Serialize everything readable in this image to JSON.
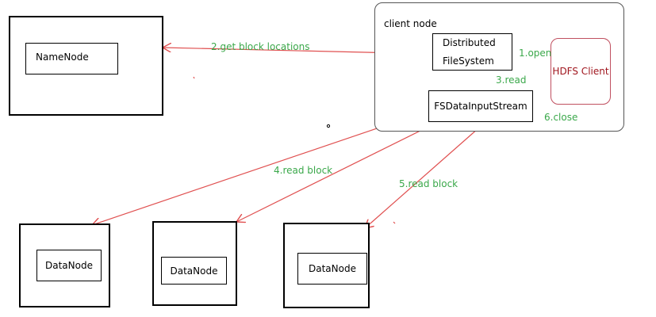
{
  "client_node": {
    "title": "client node",
    "distributed_fs_line1": "Distributed",
    "distributed_fs_line2": "FileSystem",
    "fsdatainputstream": "FSDataInputStream",
    "hdfs_client": "HDFS Client"
  },
  "namenode": {
    "label": "NameNode"
  },
  "datanodes": [
    {
      "label": "DataNode"
    },
    {
      "label": "DataNode"
    },
    {
      "label": "DataNode"
    }
  ],
  "steps": {
    "open": "1.open",
    "get_block_locations": "2.get block locations",
    "read": "3.read",
    "read_block_4": "4.read block",
    "read_block_5": "5.read block",
    "close": "6.close"
  },
  "colors": {
    "arrow": "#e05050",
    "step_text": "#3aa84a",
    "hdfs_client_text": "#a0161e",
    "box_border": "#000000"
  }
}
